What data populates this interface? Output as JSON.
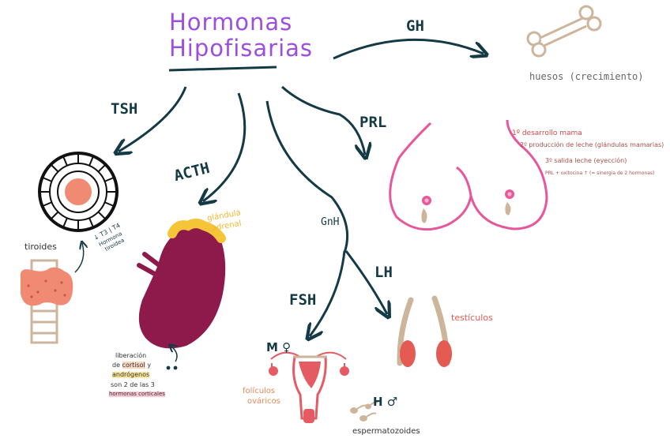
{
  "title": {
    "line1": "Hormonas",
    "line2": "Hipofisarias"
  },
  "hormones": {
    "gh": "GH",
    "tsh": "TSH",
    "acth": "ACTH",
    "prl": "PRL",
    "gnh": "GnH",
    "fsh": "FSH",
    "lh": "LH"
  },
  "labels": {
    "huesos": "huesos (crecimiento)",
    "tiroides": "tiroides",
    "t3t4": "↓ T3 | T4",
    "hormona_tiroidea": "Hormona",
    "hormona_tiroidea2": "tiroidea",
    "glandula_line1": "glándula",
    "glandula_line2": "adrenal",
    "liberacion_line1": "liberación",
    "liberacion_line2a": "de ",
    "liberacion_cortisol": "cortisol",
    "liberacion_line2b": " y",
    "liberacion_androgenos": "andrógenos",
    "liberacion_line4": "son 2 de las 3",
    "liberacion_line5": "hormonas corticales",
    "prl_note1": "1º desarrollo mama",
    "prl_note2": "2º producción de leche (glándulas mamarias)",
    "prl_note3": "3º salida leche (eyección)",
    "prl_note4": "PRL + oxitocina ↑ (= sinergia de 2 hormonas)",
    "foliculos_line1": "folículos",
    "foliculos_line2": "ováricos",
    "testiculos": "testículos",
    "espermatozoides": "espermatozoides",
    "sex_mujer": "M ♀",
    "sex_hombre": "H ♂"
  },
  "colors": {
    "title": "#9b4ee0",
    "ink": "#143a46",
    "pink": "#e8579a",
    "thyroid": "#f08a72",
    "kidney": "#8e1a4c",
    "adrenal": "#f6c437",
    "skin": "#cdb59c",
    "testis": "#e35b52",
    "orange_note": "#e88a5a"
  }
}
